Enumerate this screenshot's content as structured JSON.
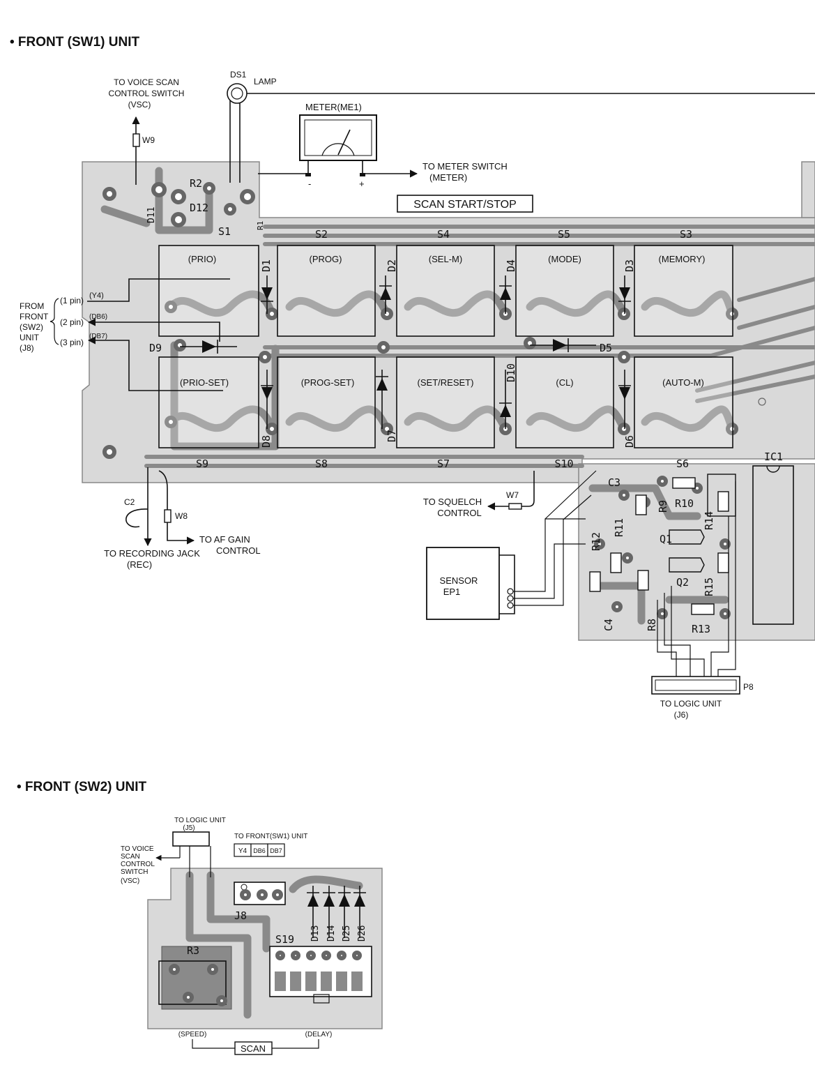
{
  "sw1": {
    "title": "• FRONT (SW1) UNIT",
    "to_vsc_line1": "TO VOICE SCAN",
    "to_vsc_line2": "CONTROL SWITCH",
    "to_vsc_line3": "(VSC)",
    "w9": "W9",
    "ds1": "DS1",
    "lamp": "LAMP",
    "meter": "METER(ME1)",
    "meter_minus": "-",
    "meter_plus": "+",
    "to_meter_line1": "TO METER SWITCH",
    "to_meter_line2": "(METER)",
    "scan_start_stop": "SCAN START/STOP",
    "r2": "R2",
    "d12": "D12",
    "d11": "D11",
    "r1": "R1",
    "from_front_line1": "FROM",
    "from_front_line2": "FRONT",
    "from_front_line3": "(SW2)",
    "from_front_line4": "UNIT",
    "from_front_line5": "(J8)",
    "pin1": "(1 pin)",
    "pin2": "(2 pin)",
    "pin3": "(3 pin)",
    "y4": "(Y4)",
    "db6": "(DB6)",
    "db7": "(DB7)",
    "switch_ids_top": [
      "S1",
      "S2",
      "S4",
      "S5",
      "S3"
    ],
    "switch_labels_top": [
      "(PRIO)",
      "(PROG)",
      "(SEL-M)",
      "(MODE)",
      "(MEMORY)"
    ],
    "switch_ids_bottom": [
      "S9",
      "S8",
      "S7",
      "S10",
      "S6"
    ],
    "switch_labels_bottom": [
      "(PRIO-SET)",
      "(PROG-SET)",
      "(SET/RESET)",
      "(CL)",
      "(AUTO-M)"
    ],
    "diodes_top": [
      "D1",
      "D2",
      "D4",
      "D3"
    ],
    "diodes_bottom": [
      "D8",
      "D7",
      "D10",
      "D6"
    ],
    "d9": "D9",
    "d5": "D5",
    "c2": "C2",
    "w8": "W8",
    "to_rec_line1": "TO RECORDING JACK",
    "to_rec_line2": "(REC)",
    "to_af_line1": "TO AF GAIN",
    "to_af_line2": "CONTROL",
    "w7": "W7",
    "to_squelch_line1": "TO SQUELCH",
    "to_squelch_line2": "CONTROL",
    "sensor_line1": "SENSOR",
    "sensor_line2": "EP1",
    "c3": "C3",
    "c4": "C4",
    "ic1": "IC1",
    "r9": "R9",
    "r10": "R10",
    "r11": "R11",
    "r12": "R12",
    "r14": "R14",
    "r15": "R15",
    "r8": "R8",
    "r13": "R13",
    "q1": "Q1",
    "q2": "Q2",
    "p8": "P8",
    "to_logic_line1": "TO LOGIC UNIT",
    "to_logic_line2": "(J6)"
  },
  "sw2": {
    "title": "• FRONT (SW2) UNIT",
    "to_logic_line1": "TO LOGIC UNIT",
    "to_logic_line2": "(J5)",
    "to_vsc_line1": "TO VOICE",
    "to_vsc_line2": "SCAN",
    "to_vsc_line3": "CONTROL",
    "to_vsc_line4": "SWITCH",
    "to_vsc_line5": "(VSC)",
    "to_front_sw1": "TO FRONT(SW1) UNIT",
    "conn_labels": [
      "Y4",
      "DB6",
      "DB7"
    ],
    "j8": "J8",
    "s19": "S19",
    "r3": "R3",
    "diodes": [
      "D13",
      "D14",
      "D25",
      "D26"
    ],
    "speed": "(SPEED)",
    "delay": "(DELAY)",
    "scan": "SCAN"
  },
  "colors": {
    "board": "#d9d9d9",
    "trace": "#8a8a8a",
    "ink": "#111111"
  }
}
